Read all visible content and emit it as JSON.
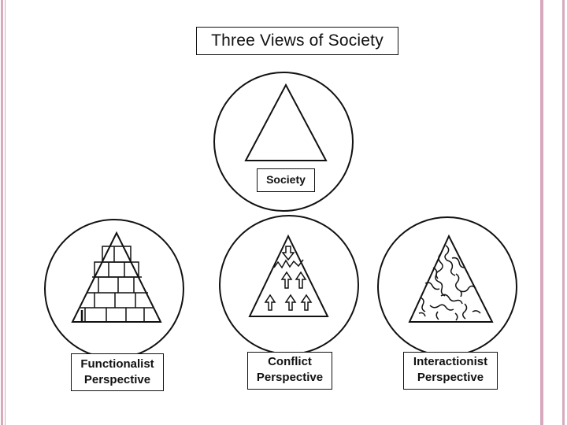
{
  "title": "Three Views of Society",
  "labels": {
    "society": "Society",
    "functionalist": [
      "Functionalist",
      "Perspective"
    ],
    "conflict": [
      "Conflict",
      "Perspective"
    ],
    "interactionist": [
      "Interactionist",
      "Perspective"
    ]
  },
  "colors": {
    "slide_edge_accent": "#d7a9bd",
    "line": "#111111",
    "background": "#ffffff"
  }
}
